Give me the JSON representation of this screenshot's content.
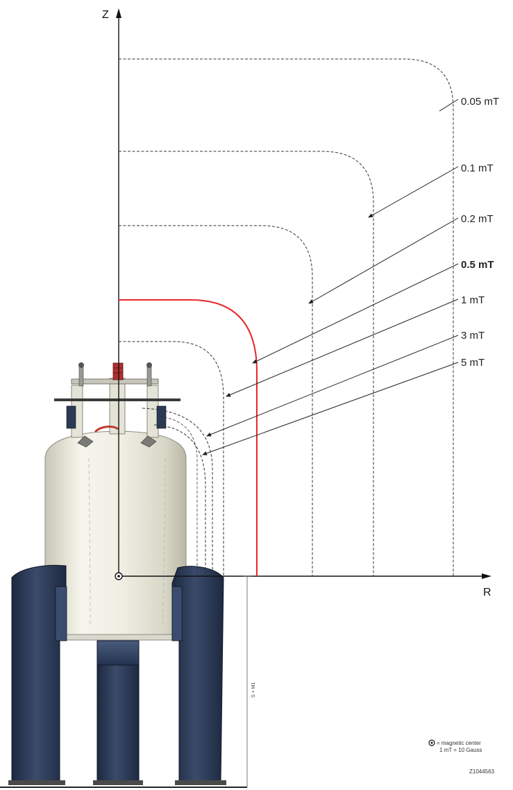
{
  "axes": {
    "z_label": "Z",
    "r_label": "R"
  },
  "contours": [
    {
      "id": "0.05mT",
      "label": "0.05 mT",
      "bold": false,
      "color": "#333333"
    },
    {
      "id": "0.1mT",
      "label": "0.1 mT",
      "bold": false,
      "color": "#333333"
    },
    {
      "id": "0.2mT",
      "label": "0.2 mT",
      "bold": false,
      "color": "#333333"
    },
    {
      "id": "0.5mT",
      "label": "0.5 mT",
      "bold": true,
      "color": "#e8262b"
    },
    {
      "id": "1mT",
      "label": "1 mT",
      "bold": false,
      "color": "#333333"
    },
    {
      "id": "3mT",
      "label": "3 mT",
      "bold": false,
      "color": "#333333"
    },
    {
      "id": "5mT",
      "label": "5 mT",
      "bold": false,
      "color": "#333333"
    }
  ],
  "dimension_label": "S + M1",
  "legend": {
    "line1": "= magnetic center",
    "line2": "1 mT = 10 Gauss"
  },
  "drawing_id": "Z1044563",
  "colors": {
    "leg_navy": "#2b3a55",
    "vessel_cream": "#efeee4",
    "highlight": "#e8262b"
  }
}
